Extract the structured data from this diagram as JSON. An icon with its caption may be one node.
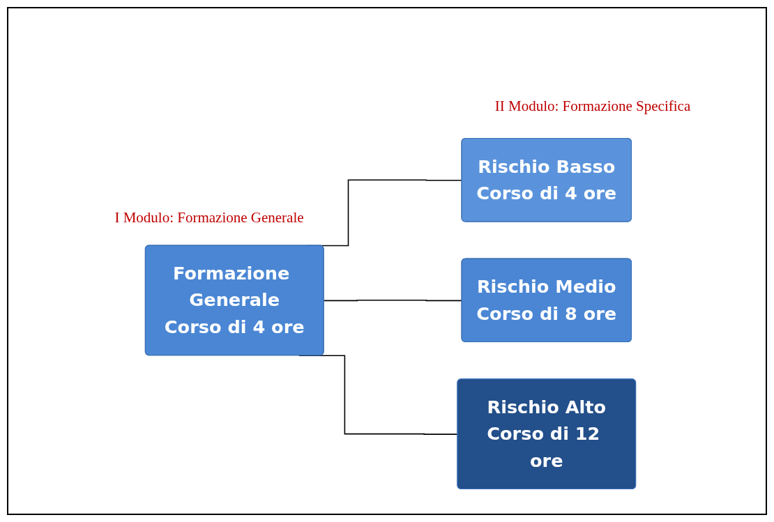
{
  "diagram": {
    "nodes": [
      {
        "text": [
          "Formazione Generale",
          "Corso di 4 ore"
        ]
      },
      {
        "text": [
          "Rischio Basso",
          "Corso di 4 ore"
        ]
      },
      {
        "text": [
          "Rischio Medio",
          "Corso di 8 ore"
        ]
      },
      {
        "text": [
          "Rischio Alto",
          "Corso di 12 ore"
        ]
      }
    ],
    "edges": [
      {
        "from": 0,
        "to": 1,
        "arrow": "none"
      },
      {
        "from": 0,
        "to": 2,
        "arrow": "none"
      },
      {
        "from": 0,
        "to": 3,
        "arrow": "none"
      }
    ],
    "labels": [
      "II Modulo: Formazione Specifica",
      "I Modulo: Formazione Generale"
    ]
  }
}
